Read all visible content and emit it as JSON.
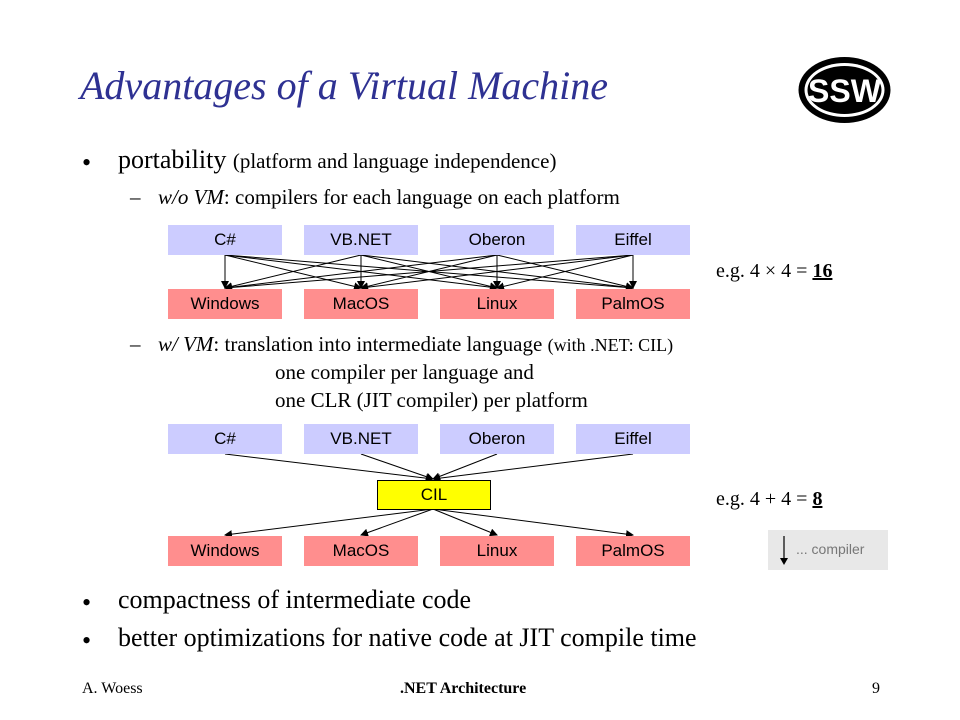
{
  "slide": {
    "title": "Advantages of a Virtual Machine",
    "logo_text": "SSW",
    "bullets": {
      "b1_main": "portability",
      "b1_paren": "(platform and language independence)",
      "sub1_dash": "–",
      "sub1_italic": "w/o VM",
      "sub1_rest": ": compilers for each language on each platform",
      "sub2_dash": "–",
      "sub2_italic": "w/ VM",
      "sub2_rest": ": translation into intermediate language",
      "sub2_paren": "(with .NET: CIL)",
      "sub2_line2": "one compiler per language and",
      "sub2_line3": "one CLR (JIT compiler) per platform",
      "b2": "compactness of intermediate code",
      "b3": "better optimizations for native code at JIT compile time"
    },
    "languages": [
      "C#",
      "VB.NET",
      "Oberon",
      "Eiffel"
    ],
    "platforms": [
      "Windows",
      "MacOS",
      "Linux",
      "PalmOS"
    ],
    "intermediate": "CIL",
    "example1": {
      "prefix": "e.g. 4 × 4 = ",
      "result": "16"
    },
    "example2": {
      "prefix": "e.g. 4 + 4 = ",
      "result": "8"
    },
    "legend": "... compiler",
    "footer": {
      "author": "A. Woess",
      "course": ".NET Architecture",
      "page": "9"
    }
  },
  "colors": {
    "title": "#2e3192",
    "language_box": "#ccccff",
    "platform_box": "#ff8e8e",
    "cil_box": "#ffff00"
  }
}
